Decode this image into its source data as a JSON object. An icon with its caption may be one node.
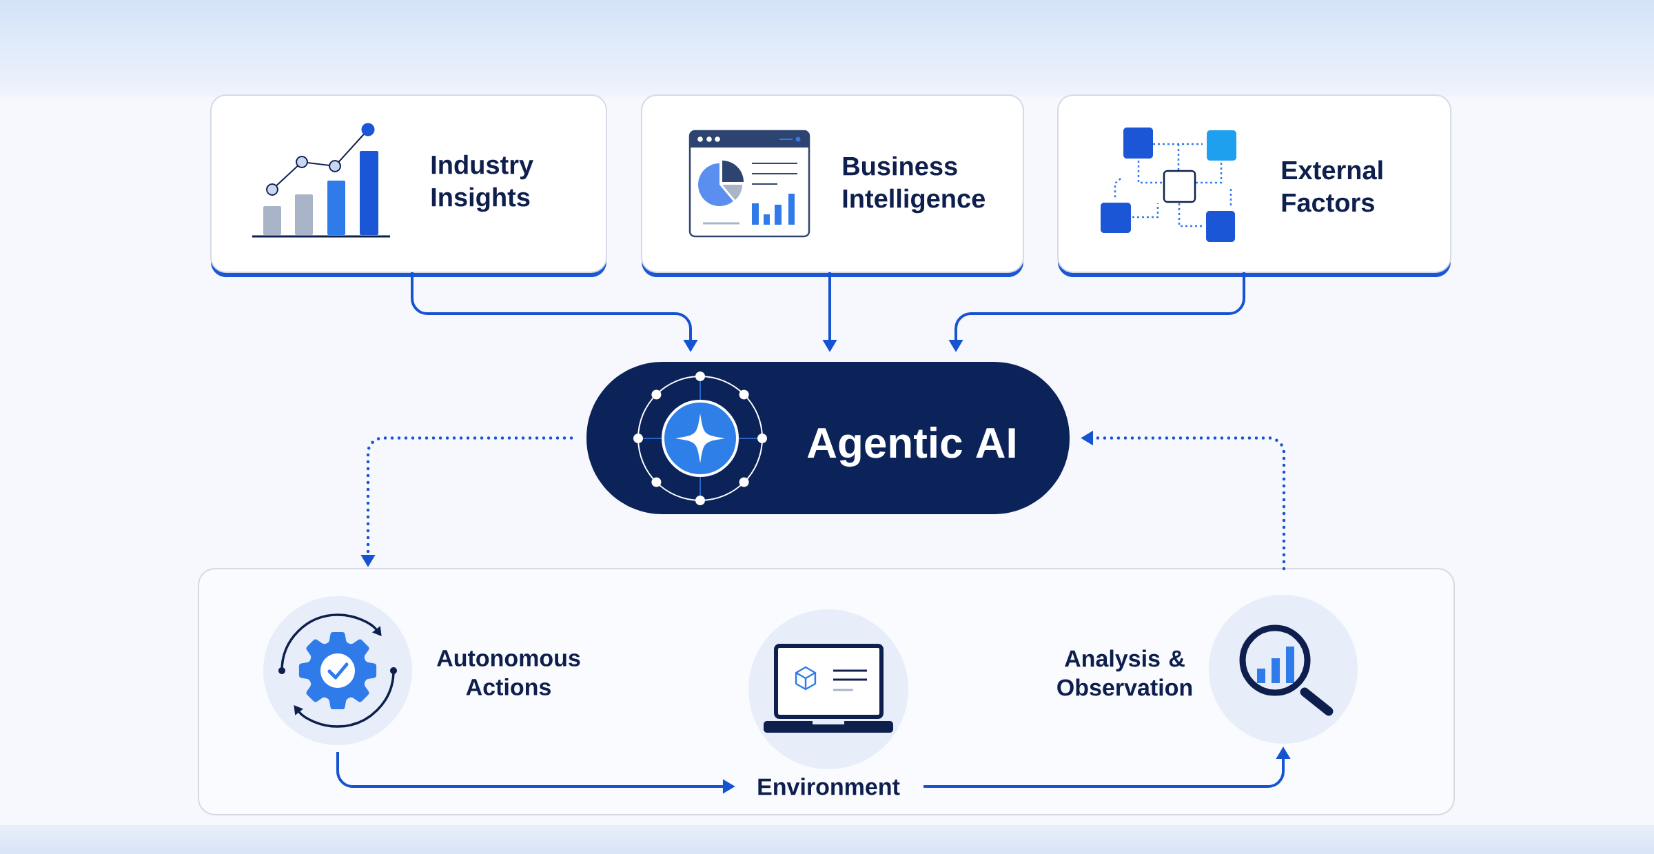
{
  "diagram": {
    "nodes": [
      {
        "text": [
          "Industry Insights"
        ]
      },
      {
        "text": [
          "Business Intelligence"
        ]
      },
      {
        "text": [
          "External Factors"
        ]
      },
      {
        "text": [
          "Agentic AI"
        ]
      },
      {
        "text": [],
        "shape": "box"
      },
      {
        "text": [],
        "shape": "circle",
        "in": 4,
        "beside": [
          "Autonomous Actions"
        ]
      },
      {
        "text": [],
        "shape": "circle",
        "in": 4
      },
      {
        "text": [
          "Environment"
        ],
        "in": 4
      },
      {
        "text": [],
        "shape": "circle",
        "in": 4,
        "beside": [
          "Analysis & Observation"
        ]
      }
    ],
    "edges": [
      {
        "from": 0,
        "to": 3,
        "arrow": "to"
      },
      {
        "from": 1,
        "to": 3,
        "arrow": "to"
      },
      {
        "from": 2,
        "to": 3,
        "arrow": "to"
      },
      {
        "from": 3,
        "to": 4,
        "arrow": "to",
        "style": "dashed"
      },
      {
        "from": 4,
        "to": 3,
        "arrow": "to",
        "style": "dashed"
      },
      {
        "from": 5,
        "to": 7,
        "arrow": "to"
      },
      {
        "from": 7,
        "to": 8,
        "arrow": "to"
      }
    ]
  }
}
